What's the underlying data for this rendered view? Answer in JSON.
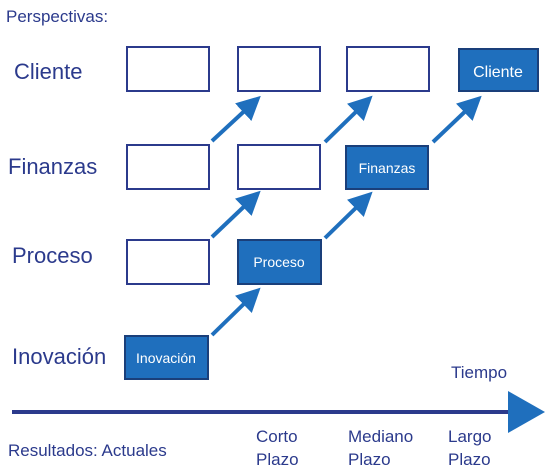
{
  "diagram": {
    "title": "Perspectivas:",
    "rows": [
      {
        "label": "Cliente"
      },
      {
        "label": "Finanzas"
      },
      {
        "label": "Proceso"
      },
      {
        "label": "Inovación"
      }
    ],
    "highlighted_boxes": {
      "cliente": "Cliente",
      "finanzas": "Finanzas",
      "proceso": "Proceso",
      "inovacion": "Inovación"
    },
    "timeline": {
      "axis_label": "Tiempo",
      "results_label": "Resultados: Actuales",
      "corto": {
        "line1": "Corto",
        "line2": "Plazo"
      },
      "mediano": {
        "line1": "Mediano",
        "line2": "Plazo"
      },
      "largo": {
        "line1": "Largo",
        "line2": "Plazo"
      }
    },
    "colors": {
      "text": "#2b3a8c",
      "box_fill": "#1f6fbd",
      "arrow": "#1f6fbd"
    }
  }
}
